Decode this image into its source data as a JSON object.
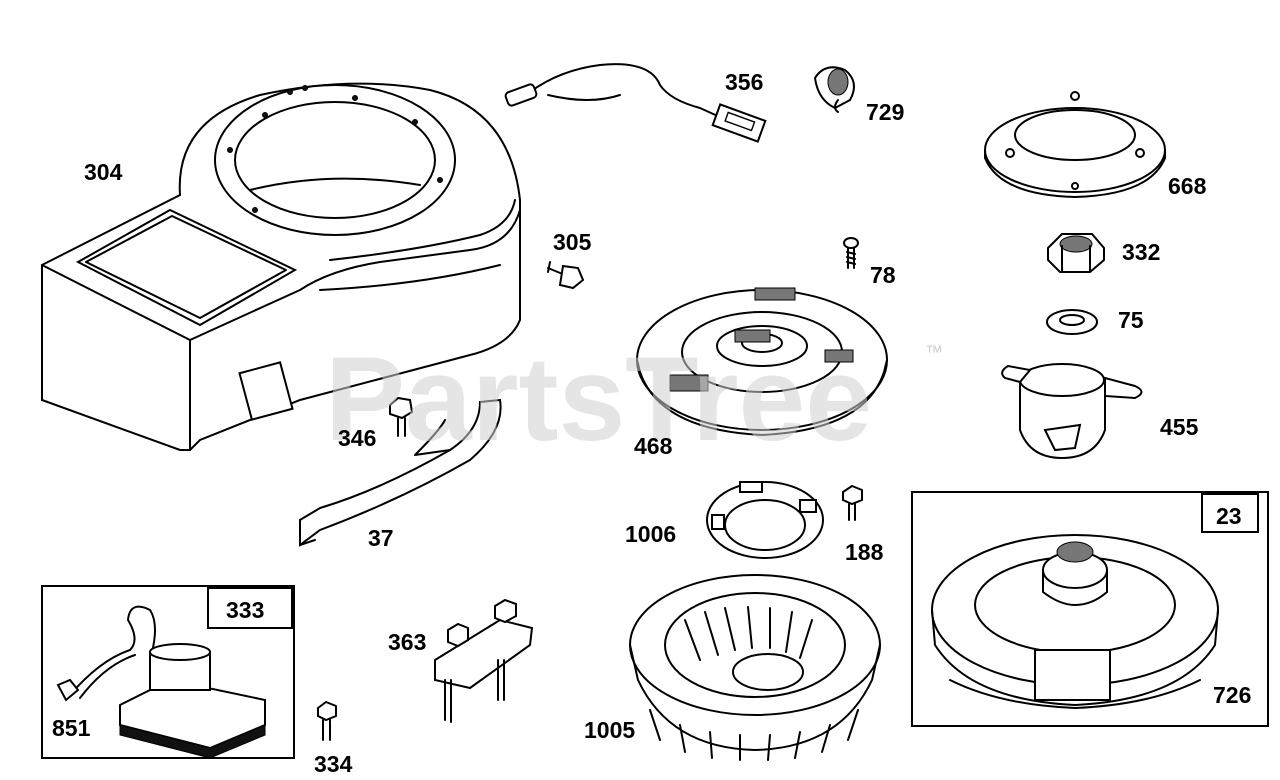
{
  "watermark": {
    "text": "PartsTree",
    "trademark": "™"
  },
  "parts": [
    {
      "id": "304",
      "label": "304"
    },
    {
      "id": "356",
      "label": "356"
    },
    {
      "id": "729",
      "label": "729"
    },
    {
      "id": "668",
      "label": "668"
    },
    {
      "id": "305",
      "label": "305"
    },
    {
      "id": "78",
      "label": "78"
    },
    {
      "id": "332",
      "label": "332"
    },
    {
      "id": "75",
      "label": "75"
    },
    {
      "id": "455",
      "label": "455"
    },
    {
      "id": "468",
      "label": "468"
    },
    {
      "id": "346",
      "label": "346"
    },
    {
      "id": "37",
      "label": "37"
    },
    {
      "id": "1006",
      "label": "1006"
    },
    {
      "id": "188",
      "label": "188"
    },
    {
      "id": "23",
      "label": "23"
    },
    {
      "id": "726",
      "label": "726"
    },
    {
      "id": "333",
      "label": "333"
    },
    {
      "id": "851",
      "label": "851"
    },
    {
      "id": "363",
      "label": "363"
    },
    {
      "id": "334",
      "label": "334"
    },
    {
      "id": "1005",
      "label": "1005"
    }
  ]
}
